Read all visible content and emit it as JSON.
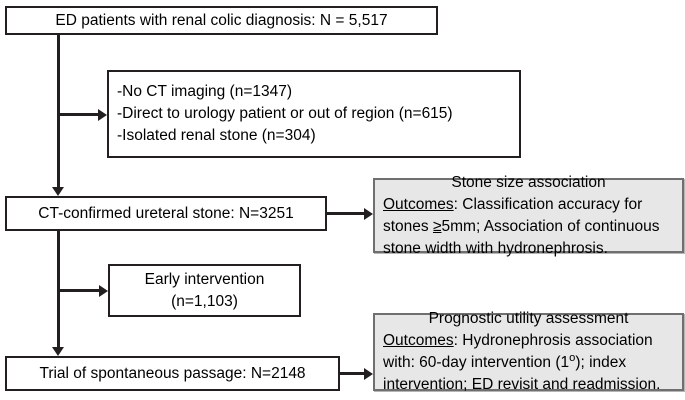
{
  "diagram": {
    "title": "Renal colic study flow diagram",
    "colors": {
      "line": "#231f20",
      "box_border": "#231f20",
      "shaded_fill": "#e7e7e7",
      "shaded_border": "#6f6f6f",
      "background": "#ffffff"
    },
    "nodes": {
      "cohort": {
        "label": "ED patients with renal colic diagnosis: N = 5,517"
      },
      "exclusions": {
        "lines": [
          "-No CT imaging (n=1347)",
          "-Direct to urology patient or out of region (n=615)",
          "-Isolated renal stone (n=304)"
        ]
      },
      "ct_confirmed": {
        "label": "CT-confirmed ureteral stone: N=3251"
      },
      "early_intervention": {
        "line1": "Early intervention",
        "line2": "(n=1,103)"
      },
      "trial_passage": {
        "label": "Trial of spontaneous passage: N=2148"
      },
      "stone_size": {
        "title": "Stone size association",
        "outcomes_label": "Outcomes",
        "body_part1": ":  Classification accuracy for stones ",
        "body_ge": "≥",
        "body_part2": "5mm;  Association of continuous stone width with hydronephrosis."
      },
      "prognostic": {
        "title": "Prognostic utility assessment",
        "outcomes_label": "Outcomes",
        "body_part1": ": Hydronephrosis association with: 60-day intervention (1",
        "body_sup": "o",
        "body_part2": "); index intervention; ED revisit and readmission."
      }
    }
  }
}
